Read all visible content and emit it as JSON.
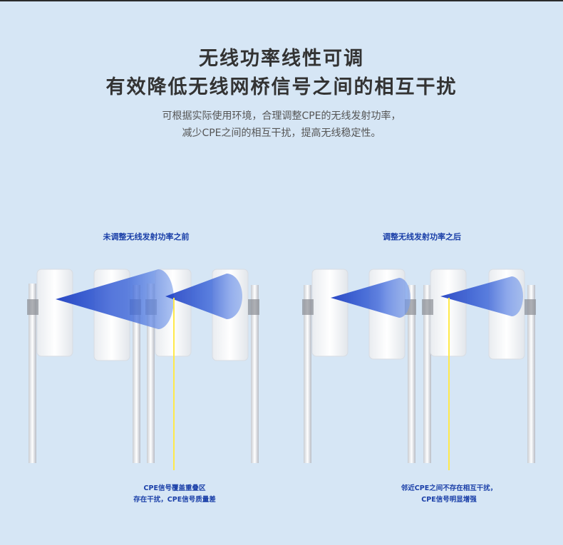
{
  "header": {
    "title_line1": "无线功率线性可调",
    "title_line2": "有效降低无线网桥信号之间的相互干扰",
    "subtitle_line1": "可根据实际使用环境，合理调整CPE的无线发射功率，",
    "subtitle_line2": "减少CPE之间的相互干扰，提高无线稳定性。"
  },
  "left_panel": {
    "label": "未调整无线发射功率之前",
    "note_line1": "CPE信号覆盖重叠区",
    "note_line2": "存在干扰，CPE信号质量差"
  },
  "right_panel": {
    "label": "调整无线发射功率之后",
    "note_line1": "邻近CPE之间不存在相互干扰，",
    "note_line2": "CPE信号明显增强"
  },
  "colors": {
    "background": "#d6e6f5",
    "beam": "#1e46c8",
    "marker": "#ffe94a",
    "label": "#1a3fa8"
  }
}
